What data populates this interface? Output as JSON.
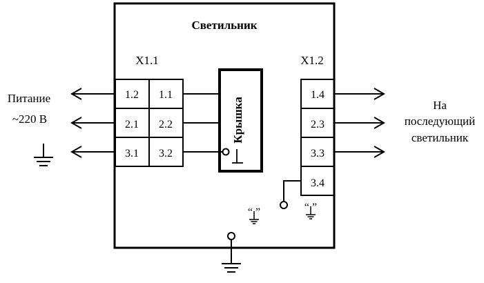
{
  "title": "Светильник",
  "left_block": {
    "name": "X1.1",
    "rows": [
      [
        "1.2",
        "1.1"
      ],
      [
        "2.1",
        "2.2"
      ],
      [
        "3.1",
        "3.2"
      ]
    ]
  },
  "right_block": {
    "name": "X1.2",
    "rows": [
      "1.4",
      "2.3",
      "3.3",
      "3.4"
    ]
  },
  "cover_label": "Крышка",
  "power_label": [
    "Питание",
    "~220 В"
  ],
  "next_label": [
    "На",
    "последующий",
    "светильник"
  ],
  "ground_note_left": "“  ”",
  "ground_note_right": "“  ”"
}
